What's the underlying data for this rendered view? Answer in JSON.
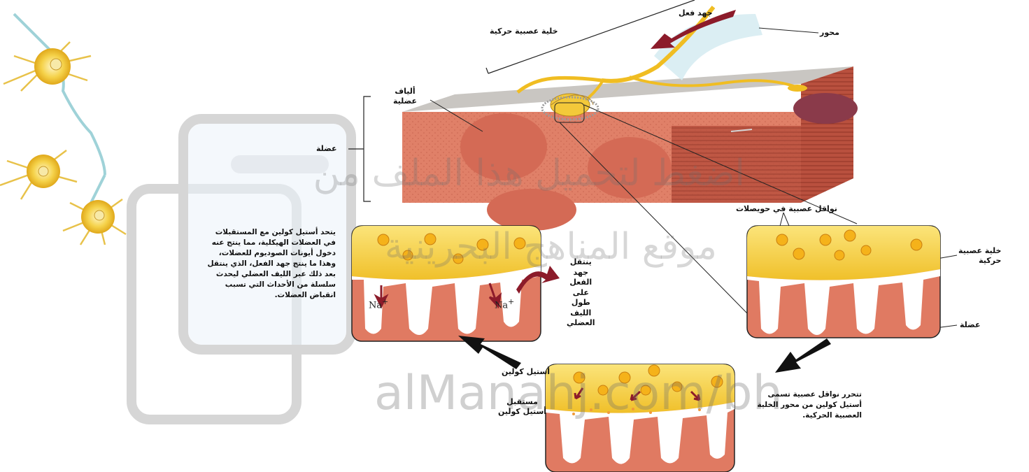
{
  "labels": {
    "action_potential": "جهد فعل",
    "axon": "محور",
    "motor_neuron_top": "خلية عصبية حركية",
    "muscle_fibers": "ألياف\nعضلية",
    "muscle_left": "عضلة",
    "vesicles": "نواقل عصبية في حويصلات",
    "motor_neuron_right": "خلية عصبية\nحركية",
    "muscle_right": "عضلة",
    "acetylcholine": "أستيل كولين",
    "receptor": "مستقبل\nأستيل كولين",
    "na_1": "Na",
    "na_2": "Na",
    "ap_travels": "ينتقل\nجهد\nالفعل\nعلى\nطول\nالليف\nالعضلي"
  },
  "paragraphs": {
    "left": "يتحد أستيل كولين مع المستقبلات في العضلات الهيكلية، مما ينتج عنه دخول أيونات الصوديوم للعضلات، وهذا ما ينتج جهد الفعل، الذي ينتقل بعد ذلك عبر الليف العضلي ليحدث سلسلة من الأحداث التي تسبب انقباض العضلات.",
    "bottom_right": "تتحرر نواقل عصبية تسمى أستيل كولين من محور الخلية العصبية الحركية."
  },
  "watermark": {
    "line1": "اضغط لتحميل هذا الملف من",
    "line2": "موقع المناهج البحرينية",
    "line3": "alManahj.com/bh"
  },
  "colors": {
    "muscle": "#e07a62",
    "neuron": "#f2c830",
    "arrow": "#8c1b2a"
  }
}
